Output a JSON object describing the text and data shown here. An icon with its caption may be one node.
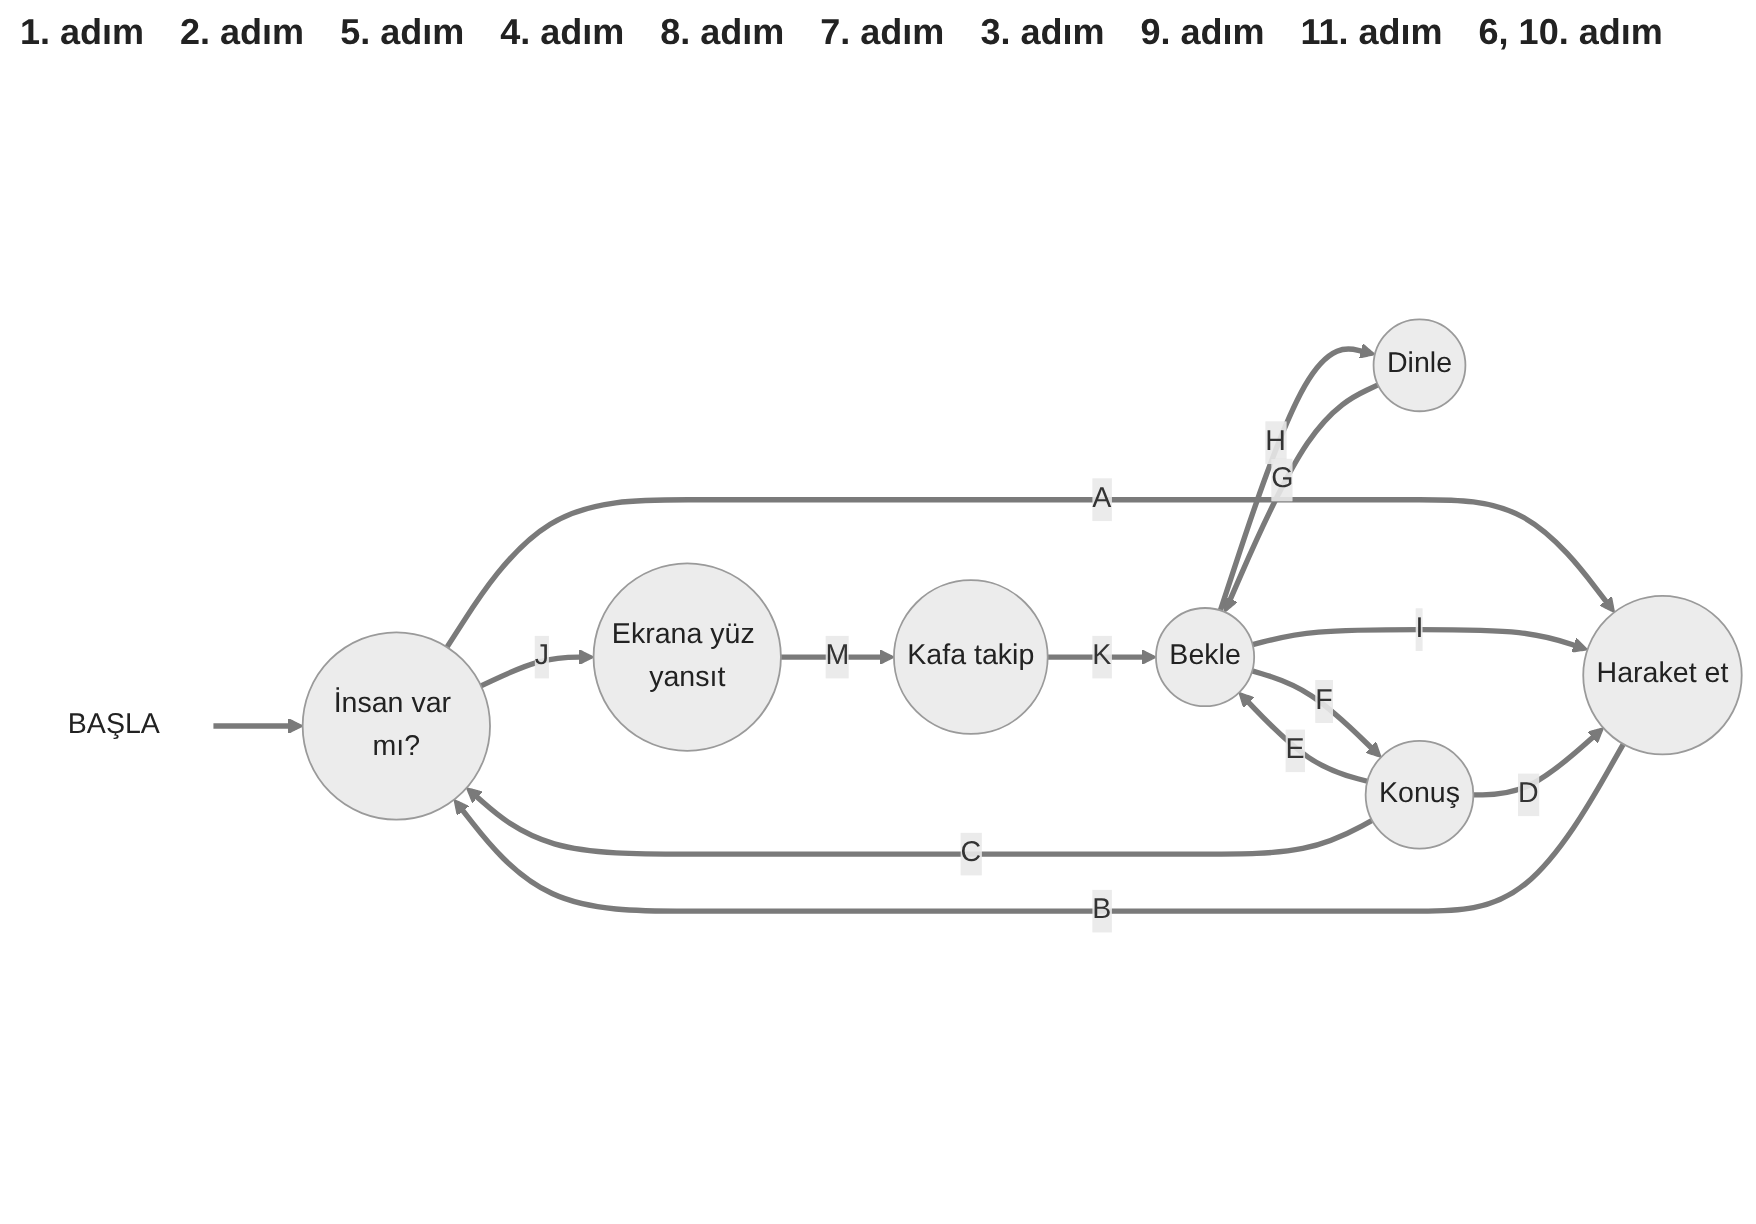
{
  "diagram": {
    "nodes": [
      {
        "text": [
          "İnsan var mı?"
        ]
      },
      {
        "text": [
          "Kafa takip"
        ]
      },
      {
        "text": [
          "Bekle"
        ]
      },
      {
        "text": [
          "Haraket et"
        ]
      },
      {
        "text": [
          "Ekrana yüz yansıt"
        ]
      },
      {
        "text": [
          "Dinle"
        ]
      },
      {
        "text": [
          "Konuş"
        ]
      },
      {
        "text": [
          "BAŞLA"
        ]
      }
    ],
    "edges": [
      {
        "from": 7,
        "to": 0,
        "arrow": "to"
      },
      {
        "from": 0,
        "to": 3,
        "arrow": "to",
        "label": "A"
      },
      {
        "from": 3,
        "to": 0,
        "arrow": "to",
        "label": "B"
      },
      {
        "from": 0,
        "to": 4,
        "arrow": "to",
        "label": "J"
      },
      {
        "from": 4,
        "to": 1,
        "arrow": "to",
        "label": "M"
      },
      {
        "from": 1,
        "to": 2,
        "arrow": "to",
        "label": "K"
      },
      {
        "from": 2,
        "to": 6,
        "arrow": "to",
        "label": "F"
      },
      {
        "from": 6,
        "to": 2,
        "arrow": "to",
        "label": "E"
      },
      {
        "from": 2,
        "to": 5,
        "arrow": "to",
        "label": "H"
      },
      {
        "from": 5,
        "to": 2,
        "arrow": "to",
        "label": "G"
      },
      {
        "from": 6,
        "to": 0,
        "arrow": "to",
        "label": "C"
      },
      {
        "from": 2,
        "to": 3,
        "arrow": "to",
        "label": "I"
      },
      {
        "from": 6,
        "to": 3,
        "arrow": "to",
        "label": "D"
      }
    ],
    "labels": [
      "1. adım",
      "2. adım",
      "5. adım",
      "4. adım",
      "8. adım",
      "7. adım",
      "3. adım",
      "9. adım",
      "11. adım",
      "6, 10. adım"
    ]
  }
}
